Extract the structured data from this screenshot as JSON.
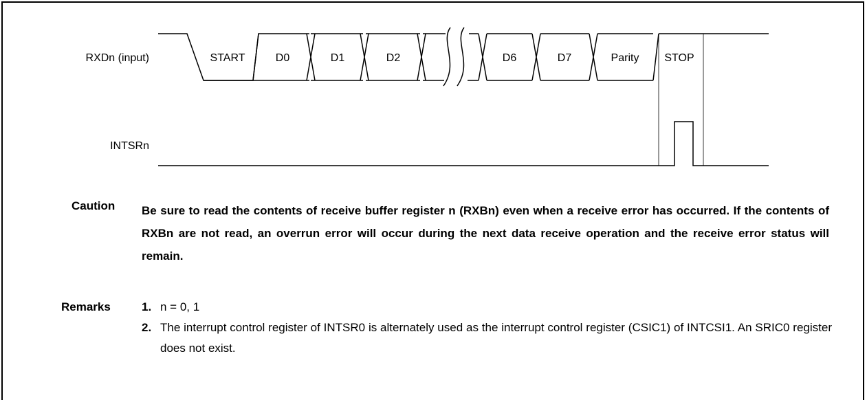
{
  "diagram": {
    "signals": {
      "rxd": "RXDn (input)",
      "intsr": "INTSRn"
    },
    "bits": {
      "start": "START",
      "d0": "D0",
      "d1": "D1",
      "d2": "D2",
      "d6": "D6",
      "d7": "D7",
      "parity": "Parity",
      "stop": "STOP"
    }
  },
  "caution": {
    "label": "Caution",
    "text": "Be sure to read the contents of receive buffer register n (RXBn) even when a receive error has occurred.  If the contents of RXBn are not read, an overrun error will occur during the next data receive operation and the receive error status will remain."
  },
  "remarks": {
    "label": "Remarks",
    "items": [
      {
        "num": "1.",
        "text": "n = 0, 1"
      },
      {
        "num": "2.",
        "text": "The interrupt control register of INTSR0 is alternately used as the interrupt control register (CSIC1) of INTCSI1.  An SRIC0 register does not exist."
      }
    ]
  }
}
